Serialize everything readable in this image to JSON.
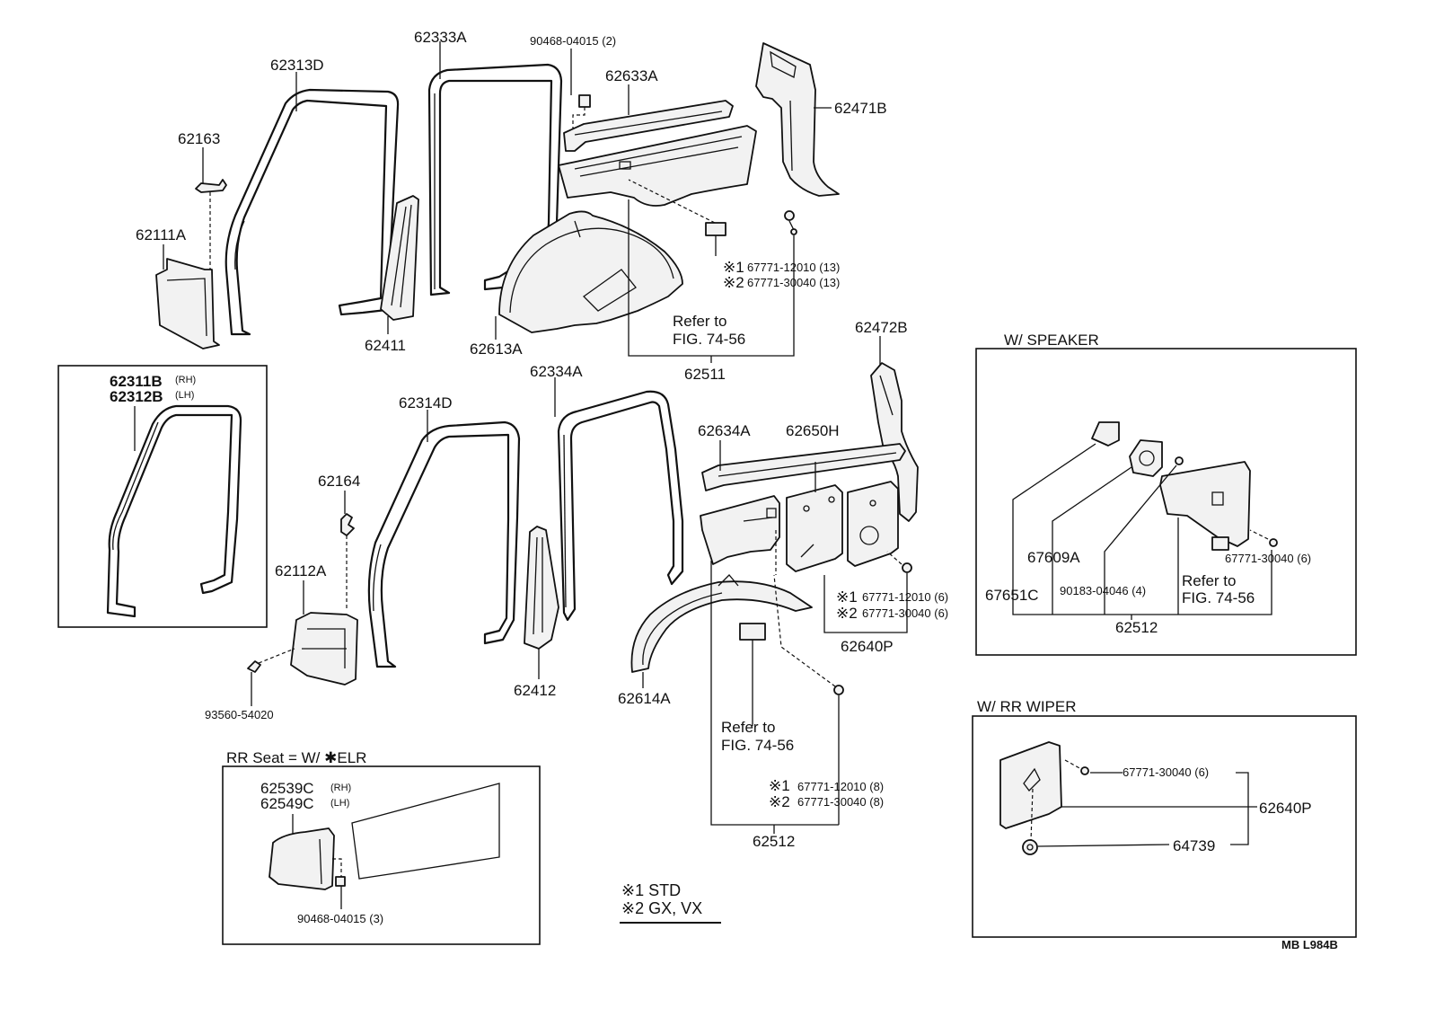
{
  "labels": {
    "p62313D": "62313D",
    "p62333A": "62333A",
    "p90468_2": "90468-04015 (2)",
    "p62633A": "62633A",
    "p62471B": "62471B",
    "p62163": "62163",
    "p62111A": "62111A",
    "p62411": "62411",
    "p62613A": "62613A",
    "p62511": "62511",
    "p67771_12010_13": "67771-12010 (13)",
    "p67771_30040_13": "67771-30040 (13)",
    "refer1": "Refer to",
    "fig1": "FIG. 74-56",
    "p62472B": "62472B",
    "p62311B": "62311B",
    "rh1": "(RH)",
    "p62312B": "62312B",
    "lh1": "(LH)",
    "p62314D": "62314D",
    "p62334A": "62334A",
    "p62634A": "62634A",
    "p62650H": "62650H",
    "p62164": "62164",
    "p62112A": "62112A",
    "p62412": "62412",
    "p62614A": "62614A",
    "p93560": "93560-54020",
    "p67771_12010_6": "67771-12010 (6)",
    "p67771_30040_6a": "67771-30040 (6)",
    "p62640P_a": "62640P",
    "refer2": "Refer to",
    "fig2": "FIG. 74-56",
    "p67771_12010_8": "67771-12010 (8)",
    "p67771_30040_8": "67771-30040 (8)",
    "p62512_a": "62512",
    "mark1": "※1",
    "mark2": "※2"
  },
  "speaker_box": {
    "title": "W/ SPEAKER",
    "p67609A": "67609A",
    "p90183": "90183-04046 (4)",
    "p67651C": "67651C",
    "p67771_30040_6b": "67771-30040 (6)",
    "refer": "Refer to",
    "fig": "FIG. 74-56",
    "p62512_b": "62512"
  },
  "wiper_box": {
    "title": "W/ RR WIPER",
    "p67771_30040_6c": "67771-30040 (6)",
    "p62640P_b": "62640P",
    "p64739": "64739"
  },
  "seat_box": {
    "title": "RR Seat = W/ ✱ELR",
    "p62539C": "62539C",
    "rh": "(RH)",
    "p62549C": "62549C",
    "lh": "(LH)",
    "p90468_3": "90468-04015 (3)"
  },
  "legend": {
    "line1": "※1 STD",
    "line2": "※2 GX, VX"
  },
  "code": "MB  L984B"
}
